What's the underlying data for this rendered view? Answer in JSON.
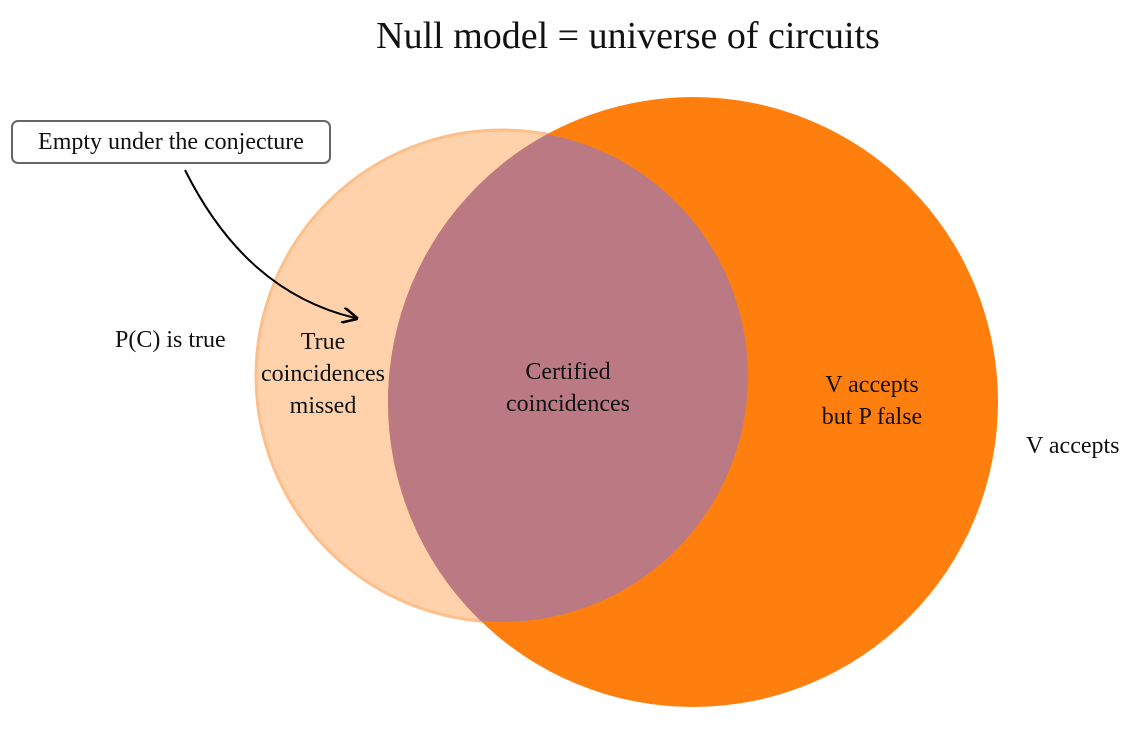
{
  "title": "Null model = universe of circuits",
  "callout": "Empty under the conjecture",
  "sets": {
    "left_label": "P(C) is true",
    "right_label": "V accepts"
  },
  "regions": {
    "left_only": [
      "True",
      "coincidences",
      "missed"
    ],
    "intersection": [
      "Certified",
      "coincidences"
    ],
    "right_only": [
      "V accepts",
      "but P false"
    ]
  },
  "colors": {
    "left_fill": "#FFD2AB",
    "left_stroke": "#FFBF8A",
    "right_fill": "#FF7F0E",
    "intersection_fill": "#BB7A83"
  }
}
